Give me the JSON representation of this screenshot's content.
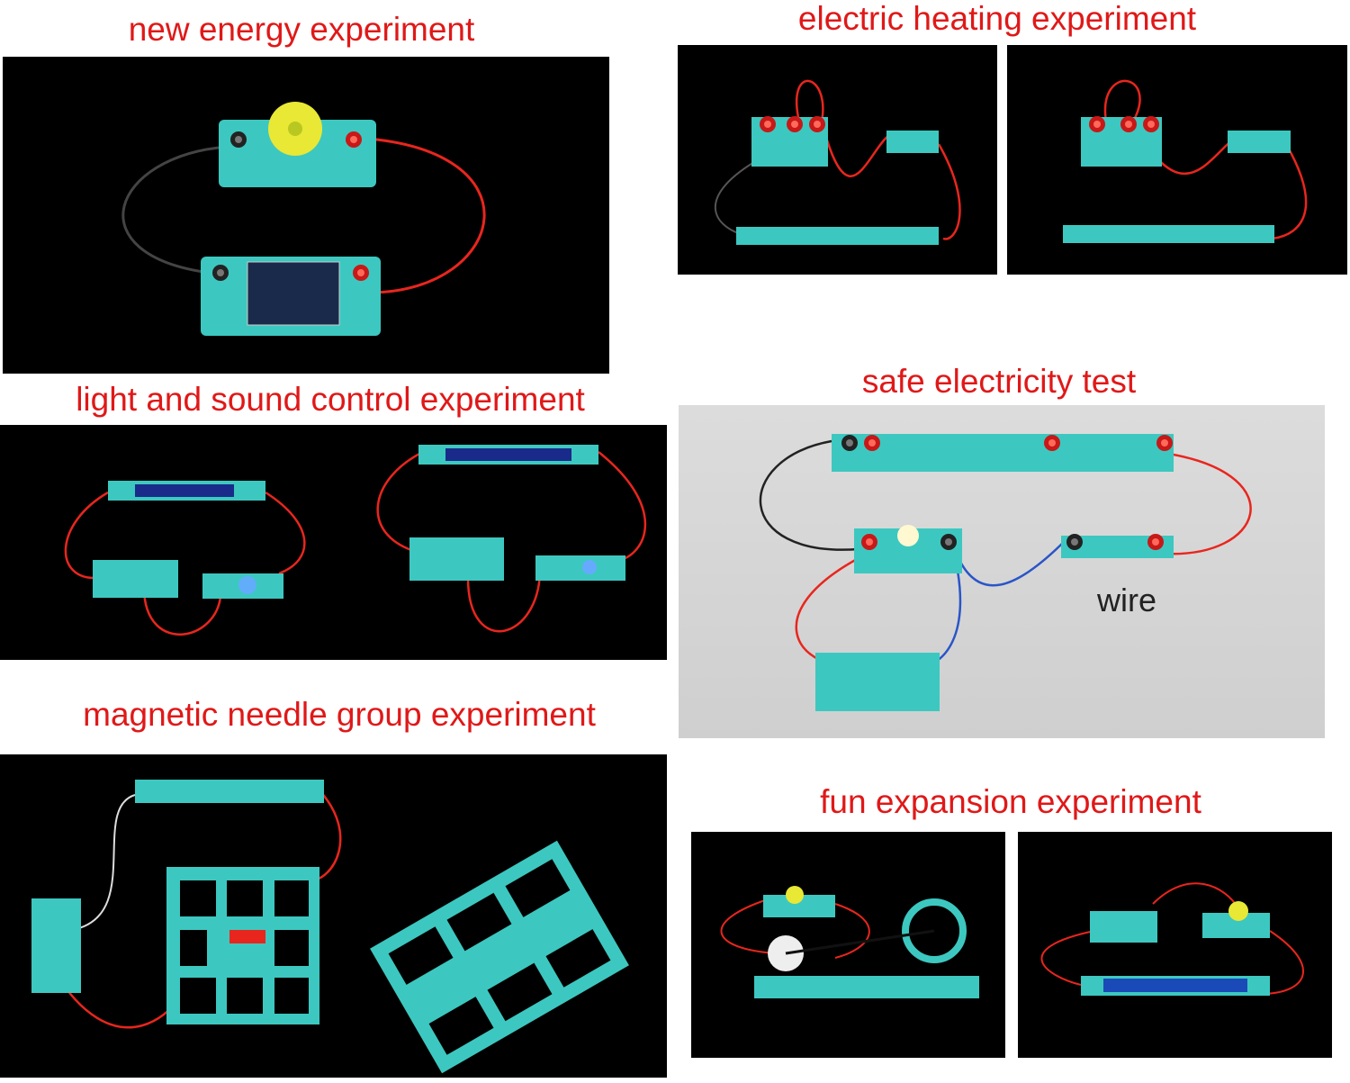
{
  "sections": {
    "new_energy": {
      "title": "new energy experiment"
    },
    "electric_heating": {
      "title": "electric heating experiment"
    },
    "light_sound": {
      "title": "light and sound control experiment"
    },
    "safe_electricity": {
      "title": "safe electricity test",
      "wire_label": "wire"
    },
    "magnetic_needle": {
      "title": "magnetic needle group experiment"
    },
    "fun_expansion": {
      "title": "fun expansion experiment"
    }
  },
  "colors": {
    "title": "#e01818",
    "board": "#3cc8c0",
    "wire_red": "#e8261e",
    "wire_black": "#222222",
    "wire_blue": "#2a55c8"
  }
}
